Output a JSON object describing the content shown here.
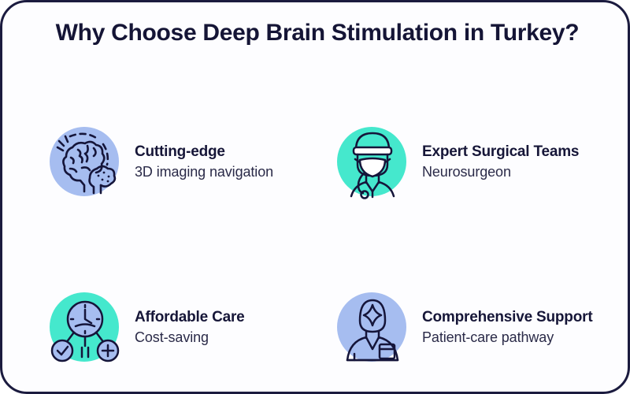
{
  "card": {
    "border_color": "#1b1b3f",
    "background_color": "#fdfdff"
  },
  "header": {
    "title": "Why Choose Deep Brain Stimulation in Turkey?",
    "title_color": "#151536"
  },
  "palette": {
    "periwinkle": "#a6bdf0",
    "teal": "#45e8cd",
    "ink": "#1b1b3f"
  },
  "features": [
    {
      "icon": "brain-icon",
      "icon_bg": "periwinkle",
      "title": "Cutting-edge",
      "subtitle": "3D imaging navigation"
    },
    {
      "icon": "surgeon-icon",
      "icon_bg": "teal",
      "title": "Expert Surgical Teams",
      "subtitle": "Neurosurgeon"
    },
    {
      "icon": "cost-network-icon",
      "icon_bg": "teal",
      "title": "Affordable Care",
      "subtitle": "Cost-saving"
    },
    {
      "icon": "medical-staff-icon",
      "icon_bg": "periwinkle",
      "title": "Comprehensive Support",
      "subtitle": "Patient-care pathway"
    }
  ]
}
